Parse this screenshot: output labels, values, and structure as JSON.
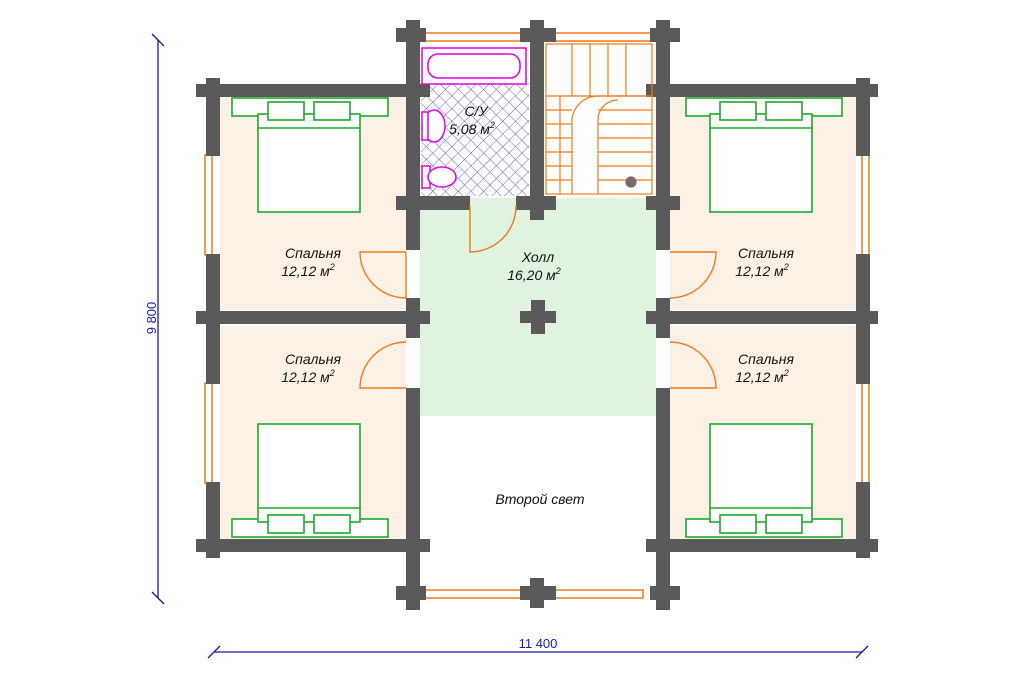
{
  "colors": {
    "wall": "#5a5a5a",
    "bedroom_fill": "#fdf1e6",
    "hall_fill": "#dff3df",
    "door": "#f07a1a",
    "window": "#f07a1a",
    "bed": "#1fa82a",
    "bathroom_fixture": "#e000e0",
    "bathroom_tile": "#1a1ab0",
    "dimension": "#1a1aa0"
  },
  "dimensions": {
    "height": "9 800",
    "width": "11 400"
  },
  "rooms": [
    {
      "name": "Спальня",
      "area": "12,12 м",
      "unit_exp": "2"
    },
    {
      "name": "Спальня",
      "area": "12,12 м",
      "unit_exp": "2"
    },
    {
      "name": "Спальня",
      "area": "12,12 м",
      "unit_exp": "2"
    },
    {
      "name": "Спальня",
      "area": "12,12 м",
      "unit_exp": "2"
    },
    {
      "name": "С/У",
      "area": "5,08 м",
      "unit_exp": "2"
    },
    {
      "name": "Холл",
      "area": "16,20 м",
      "unit_exp": "2"
    }
  ],
  "second_light": "Второй свет"
}
